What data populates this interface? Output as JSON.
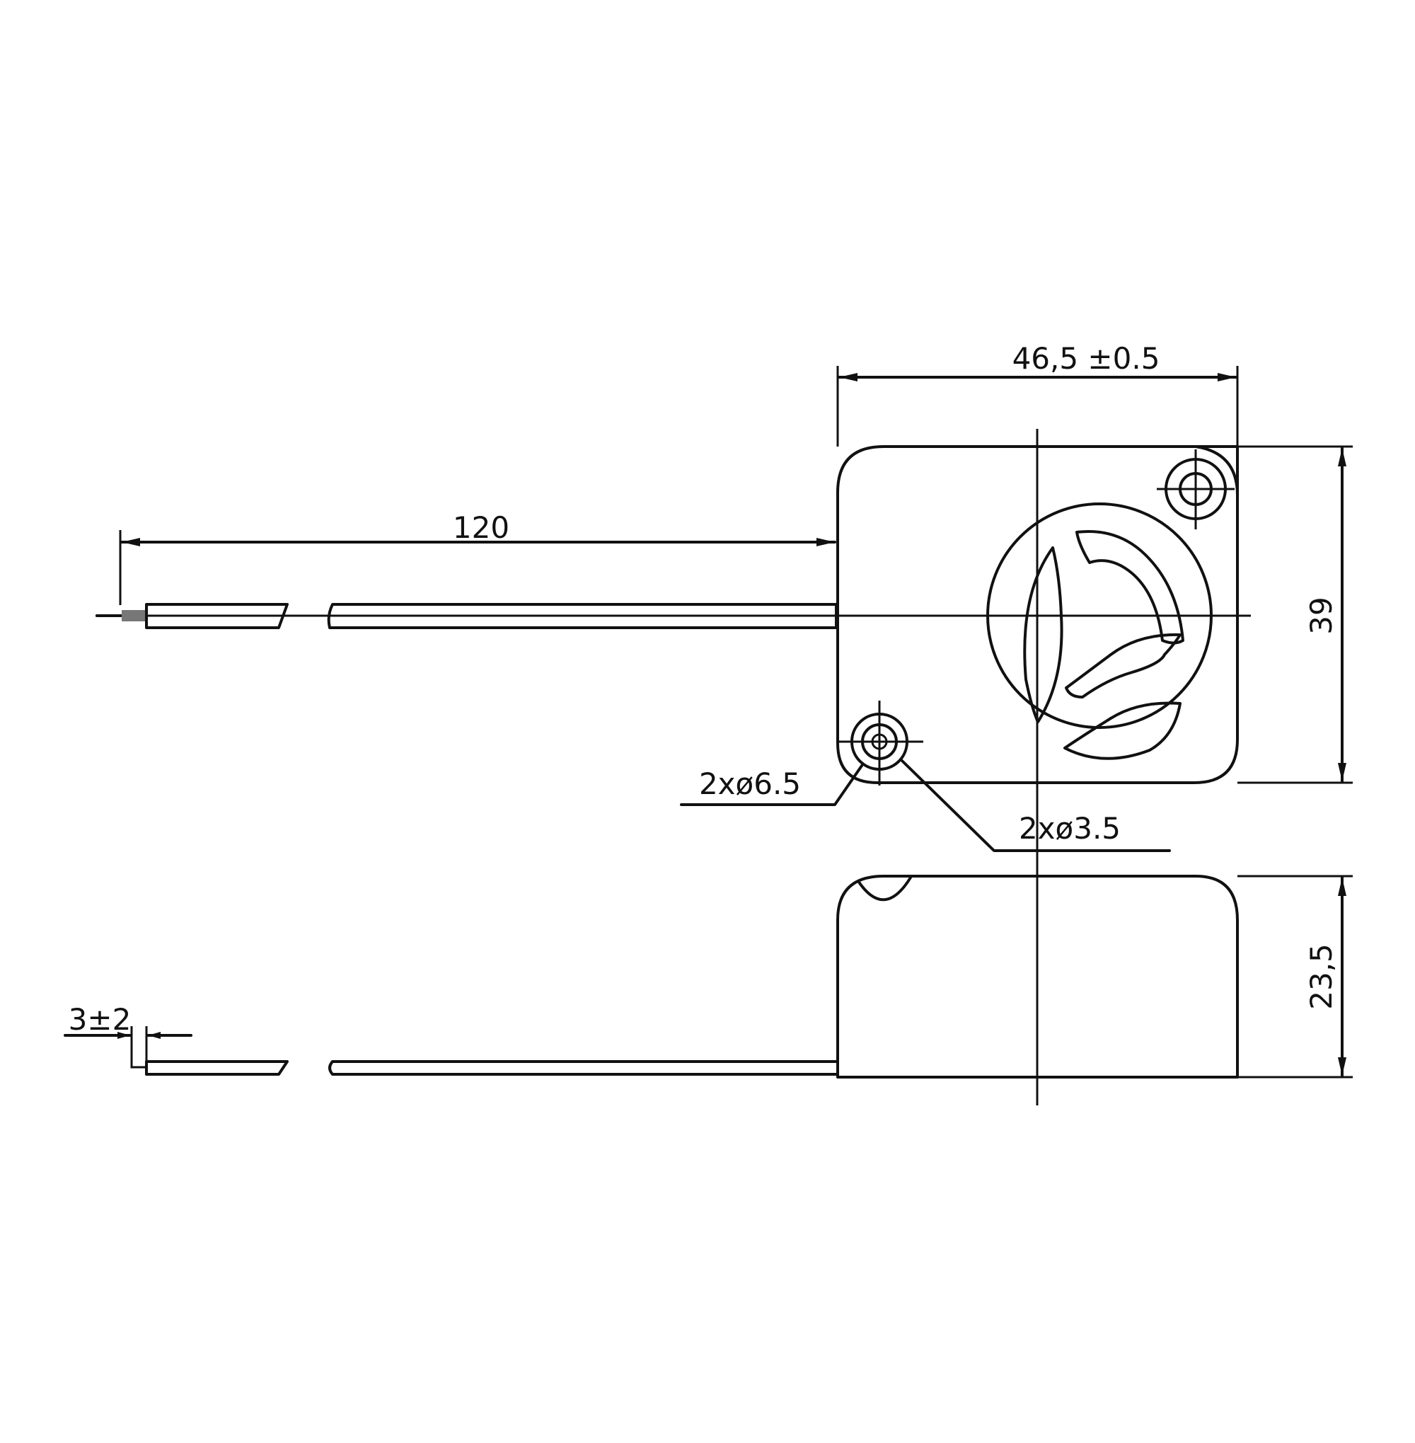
{
  "drawing": {
    "dimensions": {
      "width": "46,5 ±0.5",
      "cable_length": "120",
      "height": "39",
      "depth": "23,5",
      "strip_length": "3±2",
      "outer_hole": "2xø6.5",
      "inner_hole": "2xø3.5"
    },
    "line_color": "#111111",
    "background": "#ffffff"
  }
}
